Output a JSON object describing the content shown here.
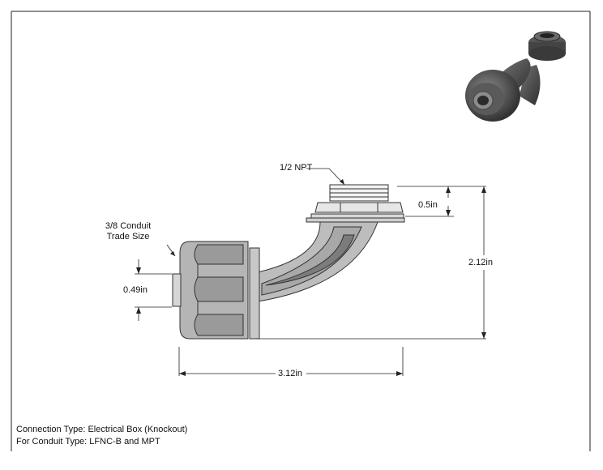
{
  "callouts": {
    "npt": "1/2 NPT",
    "conduit_line1": "3/8 Conduit",
    "conduit_line2": "Trade Size"
  },
  "dimensions": {
    "top_height": "0.5in",
    "overall_height": "2.12in",
    "opening": "0.49in",
    "overall_width": "3.12in"
  },
  "notes": {
    "connection": "Connection Type: Electrical Box (Knockout)",
    "conduit": "For Conduit Type: LFNC-B and MPT"
  },
  "colors": {
    "line": "#222222",
    "fitting_dark": "#3a3a3a",
    "fitting_mid": "#6e6e6e"
  }
}
